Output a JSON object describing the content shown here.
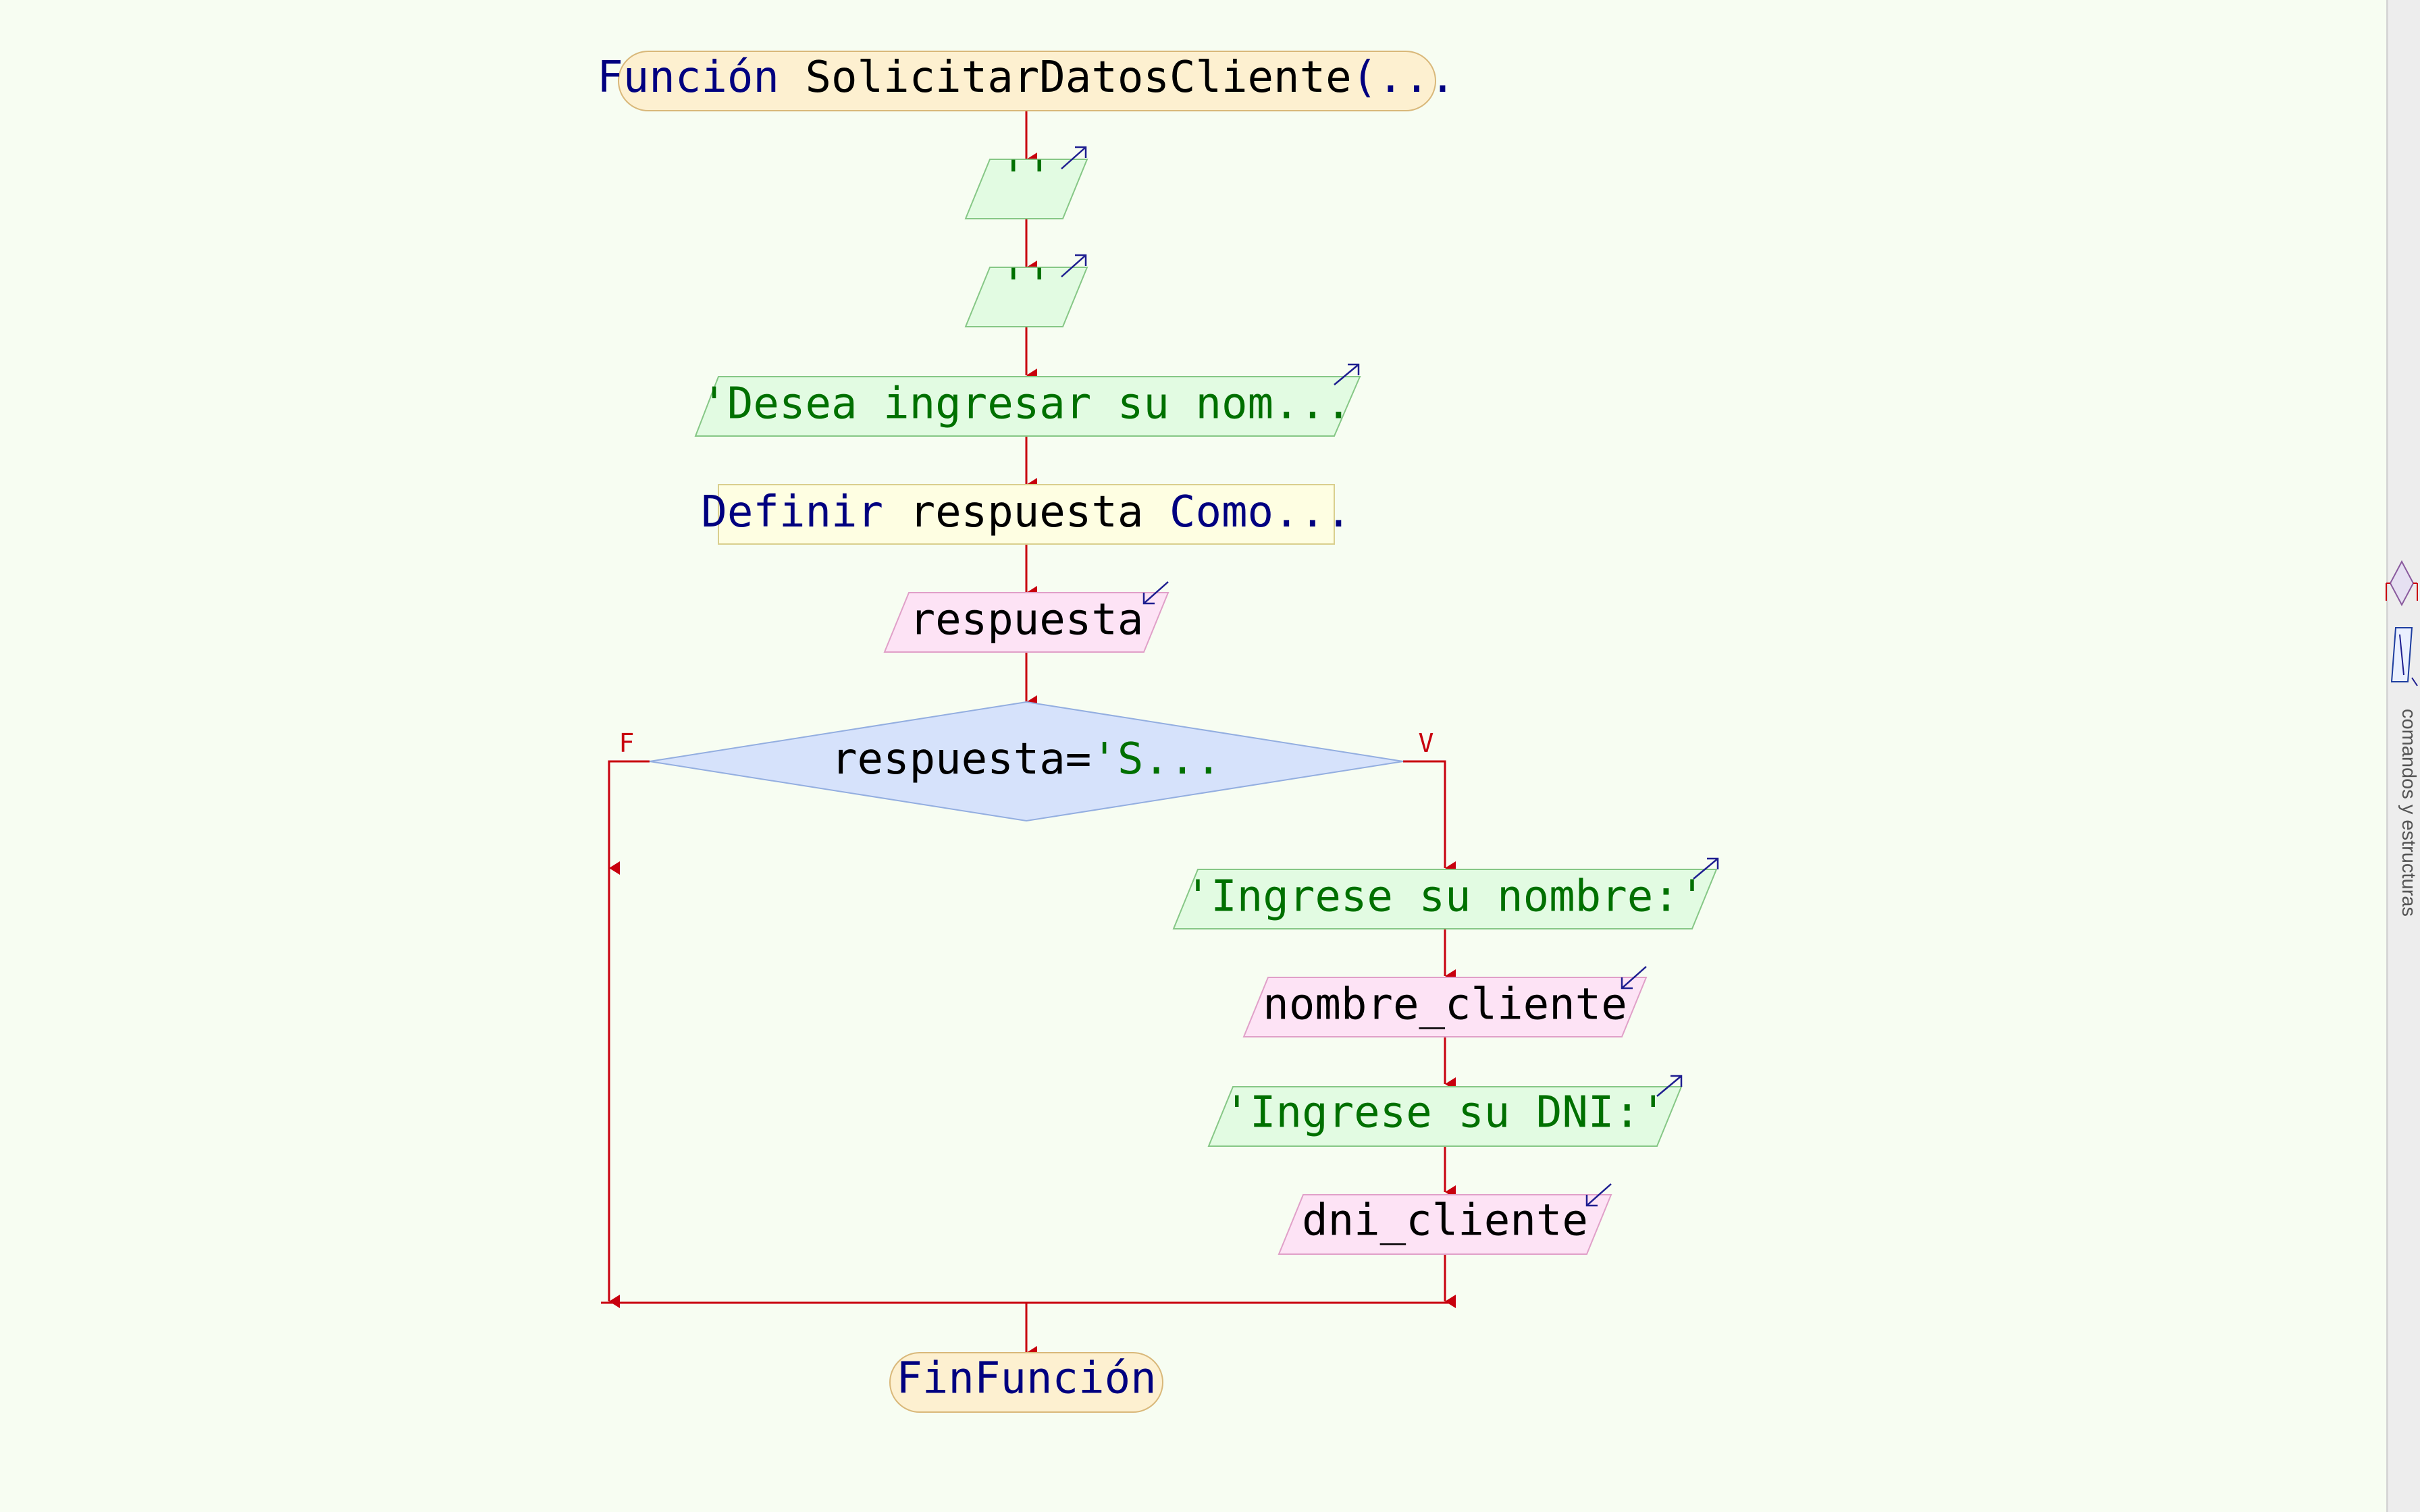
{
  "diagram": {
    "title": "Función SolicitarDatosCliente(...",
    "nodes": {
      "start": {
        "kw": "Función",
        "name": " SolicitarDatosCliente",
        "paren": "(..."
      },
      "out1": {
        "text": "''"
      },
      "out2": {
        "text": "''"
      },
      "out3": {
        "text": "'Desea ingresar su nom..."
      },
      "define": {
        "kw1": "Definir",
        "name": " respuesta ",
        "kw2": "Como..."
      },
      "read1": {
        "text": "respuesta"
      },
      "cond": {
        "var": "respuesta=",
        "str": "'S..."
      },
      "out4": {
        "text": "'Ingrese su nombre:'"
      },
      "read2": {
        "text": "nombre_cliente"
      },
      "out5": {
        "text": "'Ingrese su DNI:'"
      },
      "read3": {
        "text": "dni_cliente"
      },
      "end": {
        "text": "FinFunción"
      }
    },
    "branch_labels": {
      "false": "F",
      "true": "V"
    }
  },
  "sidebar": {
    "label": "comandos y estructuras"
  },
  "colors": {
    "background": "#f7fdf2",
    "arrow": "#c8000e",
    "keyword": "#000080",
    "string": "#007000",
    "terminal_fill": "#fdf0d0",
    "output_fill": "#e2fbe2",
    "input_fill": "#fde3f5",
    "process_fill": "#fefee2",
    "decision_fill": "#d6e2fb"
  }
}
